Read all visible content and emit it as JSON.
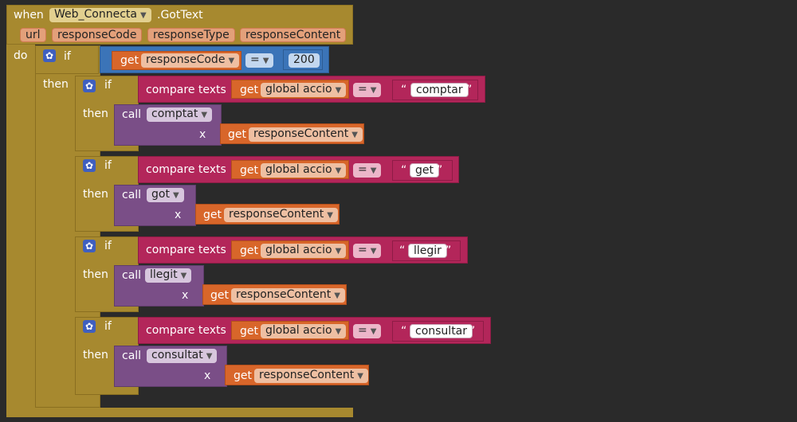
{
  "event": {
    "when_label": "when",
    "component": "Web_Connecta",
    "event_name": ".GotText",
    "params": [
      "url",
      "responseCode",
      "responseType",
      "responseContent"
    ],
    "do_label": "do"
  },
  "outer_if": {
    "if_label": "if",
    "then_label": "then",
    "get_label": "get",
    "var": "responseCode",
    "op": "=",
    "value": "200"
  },
  "branches": [
    {
      "if_label": "if",
      "then_label": "then",
      "compare_label": "compare texts",
      "get_label": "get",
      "var": "global accio",
      "op": "=",
      "text": "comptar",
      "call_label": "call",
      "proc": "comptat",
      "arg_label": "x",
      "arg_var": "responseContent"
    },
    {
      "if_label": "if",
      "then_label": "then",
      "compare_label": "compare texts",
      "get_label": "get",
      "var": "global accio",
      "op": "=",
      "text": "get",
      "call_label": "call",
      "proc": "got",
      "arg_label": "x",
      "arg_var": "responseContent"
    },
    {
      "if_label": "if",
      "then_label": "then",
      "compare_label": "compare texts",
      "get_label": "get",
      "var": "global accio",
      "op": "=",
      "text": "llegir",
      "call_label": "call",
      "proc": "llegit",
      "arg_label": "x",
      "arg_var": "responseContent"
    },
    {
      "if_label": "if",
      "then_label": "then",
      "compare_label": "compare texts",
      "get_label": "get",
      "var": "global accio",
      "op": "=",
      "text": "consultar",
      "call_label": "call",
      "proc": "consultat",
      "arg_label": "x",
      "arg_var": "responseContent"
    }
  ],
  "quote_open": "“",
  "quote_close": "”",
  "dropdown_arrow": "▼",
  "gear_glyph": "✿",
  "colors": {
    "event": "#a7892f",
    "math": "#3b74b8",
    "text": "#b3265a",
    "procedure": "#7a4e87",
    "variable": "#d8662a",
    "background": "#2a2a2a"
  }
}
